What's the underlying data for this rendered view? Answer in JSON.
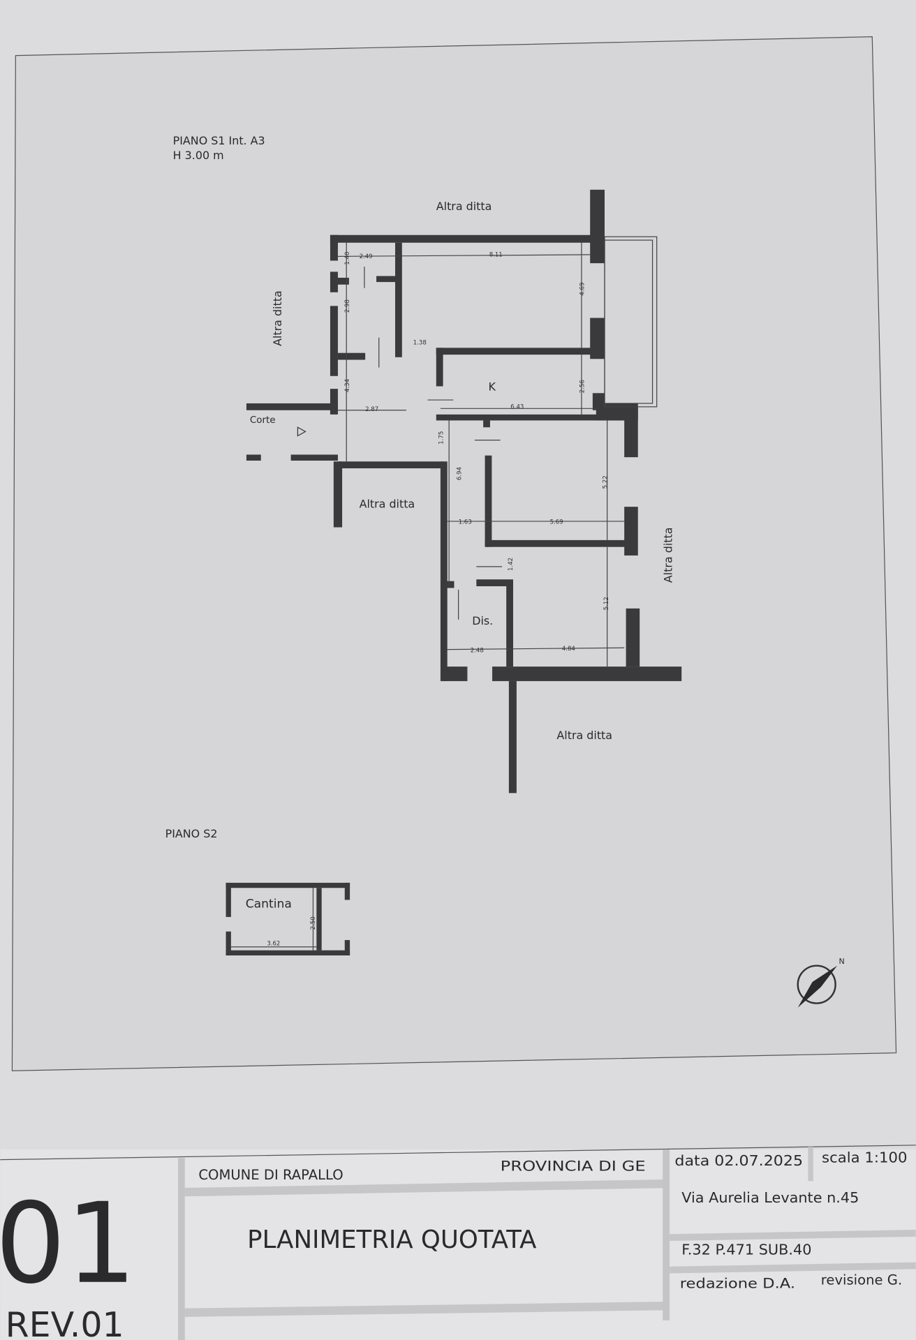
{
  "plan": {
    "floor_s1_label": "PIANO S1  Int. A3",
    "height_label": "H 3.00 m",
    "floor_s2_label": "PIANO S2",
    "rooms": {
      "altra_ditta_top": "Altra ditta",
      "altra_ditta_left": "Altra ditta",
      "altra_ditta_mid": "Altra ditta",
      "altra_ditta_right": "Altra ditta",
      "altra_ditta_bottom": "Altra ditta",
      "corte": "Corte",
      "kitchen": "K",
      "dis": "Dis.",
      "cantina": "Cantina"
    },
    "dimensions": {
      "d249": "2.49",
      "d811": "8.11",
      "d140": "1.40",
      "d298": "2.98",
      "d469": "4.69",
      "d138": "1.38",
      "d434": "4.34",
      "d287": "2.87",
      "d256": "2.56",
      "d643": "6.43",
      "d175": "1.75",
      "d694": "6.94",
      "d522": "5.22",
      "d163": "1.63",
      "d569": "5.69",
      "d142": "1.42",
      "d512": "5.12",
      "d248": "2.48",
      "d484": "4.84",
      "c250": "2.50",
      "c362": "3.62"
    },
    "north_label": "N"
  },
  "title_block": {
    "sheet_number": "01",
    "revision": "REV.01",
    "comune": "COMUNE DI  RAPALLO",
    "provincia": "PROVINCIA DI  GE",
    "data": "data 02.07.2025",
    "scala": "scala 1:100",
    "title": "PLANIMETRIA QUOTATA",
    "address": "Via  Aurelia  Levante  n.45",
    "cadastral": "F.32  P.471  SUB.40",
    "redazione": "redazione D.A.",
    "revisione": "revisione  G."
  }
}
